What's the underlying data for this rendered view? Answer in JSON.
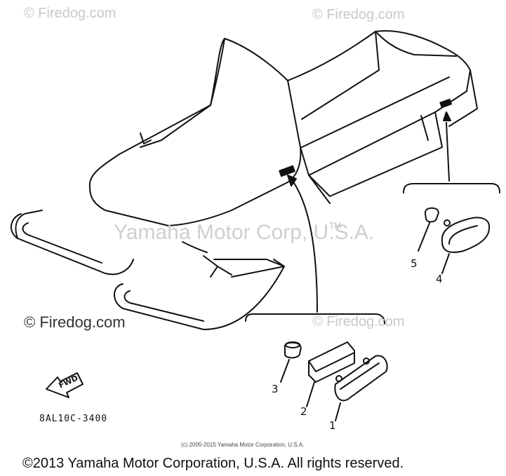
{
  "watermarks": {
    "top_left": "© Firedog.com",
    "top_right": "© Firedog.com",
    "center": "Yamaha Motor Corp, U.S.A.",
    "trademark": "TM",
    "mid_left": "© Firedog.com",
    "mid_right": "© Firedog.com"
  },
  "diagram": {
    "callouts": [
      "1",
      "2",
      "3",
      "4",
      "5"
    ],
    "fwd_label": "FWD",
    "part_code": "8AL10C-3400"
  },
  "footer": {
    "small_copyright": "(c) 2005-2015 Yamaha Motor Corporation, U.S.A.",
    "main_copyright": "©2013 Yamaha Motor Corporation, U.S.A. All rights reserved."
  }
}
